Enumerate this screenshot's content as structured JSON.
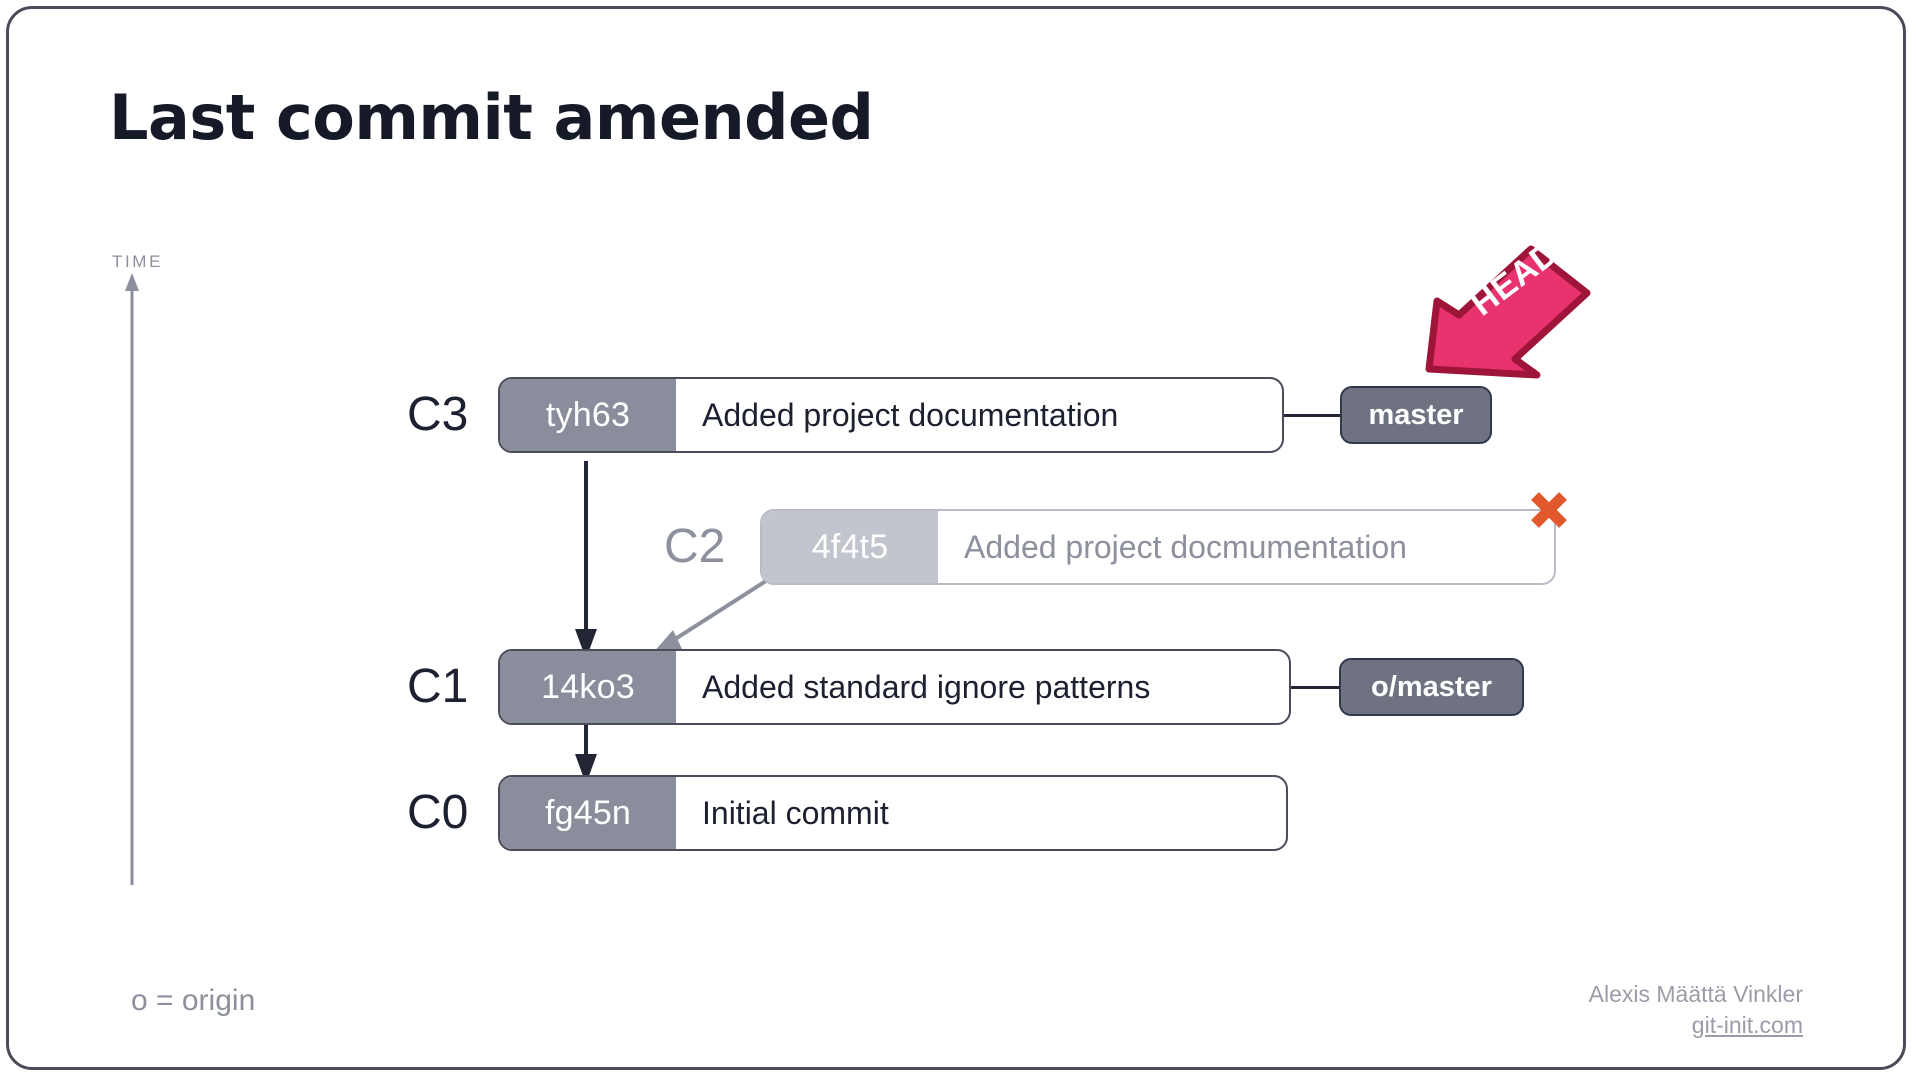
{
  "page": {
    "title": "Last commit amended",
    "time_axis_label": "TIME"
  },
  "commits": [
    {
      "id": "C3",
      "hash": "tyh63",
      "message": "Added project documentation",
      "state": "active"
    },
    {
      "id": "C2",
      "hash": "4f4t5",
      "message": "Added project docmumentation",
      "state": "discarded"
    },
    {
      "id": "C1",
      "hash": "14ko3",
      "message": "Added standard ignore patterns",
      "state": "active"
    },
    {
      "id": "C0",
      "hash": "fg45n",
      "message": "Initial commit",
      "state": "active"
    }
  ],
  "refs": {
    "master": "master",
    "origin_master": "o/master",
    "head": "HEAD"
  },
  "markers": {
    "discarded_x": "✕"
  },
  "footer": {
    "legend": "o = origin",
    "credit_name": "Alexis Määttä Vinkler",
    "credit_link": "git-init.com"
  },
  "colors": {
    "card_border": "#4b4b59",
    "title": "#161a28",
    "hash_active": "#8a8d9c",
    "hash_faded": "#c2c5ce",
    "badge": "#6f7280",
    "head_fill": "#E8336E",
    "head_stroke": "#9e1539",
    "x_mark": "#E0582B",
    "muted_text": "#8d909d",
    "axis": "#8c8f9e"
  }
}
